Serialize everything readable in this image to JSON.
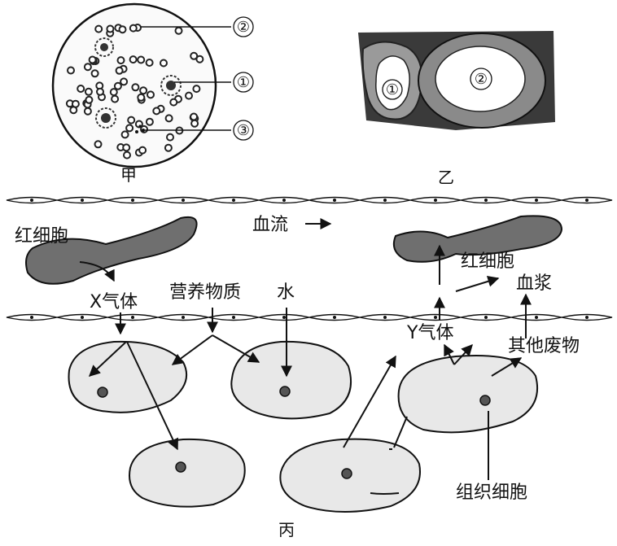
{
  "panels": {
    "jia": {
      "caption": "甲",
      "marks": [
        "②",
        "①",
        "③"
      ]
    },
    "yi": {
      "caption": "乙",
      "marks": [
        "①",
        "②"
      ]
    },
    "bing": {
      "caption": "丙"
    }
  },
  "labels": {
    "red_cell_left": "红细胞",
    "blood_flow": "血流",
    "x_gas": "X气体",
    "nutrients": "营养物质",
    "water": "水",
    "red_cell_right": "红细胞",
    "plasma": "血浆",
    "y_gas": "Y气体",
    "other_waste": "其他废物",
    "tissue_cells": "组织细胞"
  },
  "colors": {
    "ink": "#111111",
    "red_cell_fill": "#6f6f6f",
    "tissue_fill": "#e8e8e8",
    "nucleus": "#555555"
  }
}
